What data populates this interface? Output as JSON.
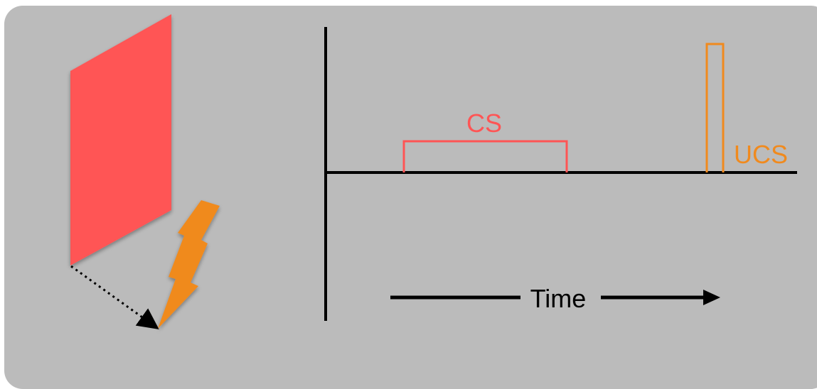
{
  "colors": {
    "background": "#bbbbbb",
    "cs": "#ff5555",
    "ucs": "#f08a1e",
    "axis": "#000000"
  },
  "icons": {
    "screen": "red-panel",
    "shock": "lightning-bolt-icon",
    "link": "dotted-arrow"
  },
  "labels": {
    "cs": "CS",
    "ucs": "UCS",
    "time": "Time"
  }
}
